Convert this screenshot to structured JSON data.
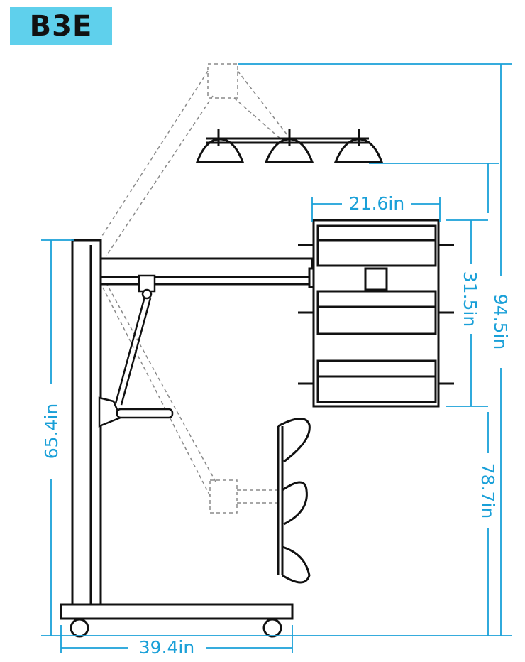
{
  "model_label": "B3E",
  "colors": {
    "badge_bg": "#5fd0ec",
    "dimension": "#1aa0d8",
    "line": "#111111",
    "ghost": "#8a8a8a"
  },
  "dimensions": {
    "lamp_width": "21.6in",
    "lamp_height": "31.5in",
    "max_height": "94.5in",
    "arm_height": "78.7in",
    "base_height": "65.4in",
    "base_width": "39.4in"
  }
}
